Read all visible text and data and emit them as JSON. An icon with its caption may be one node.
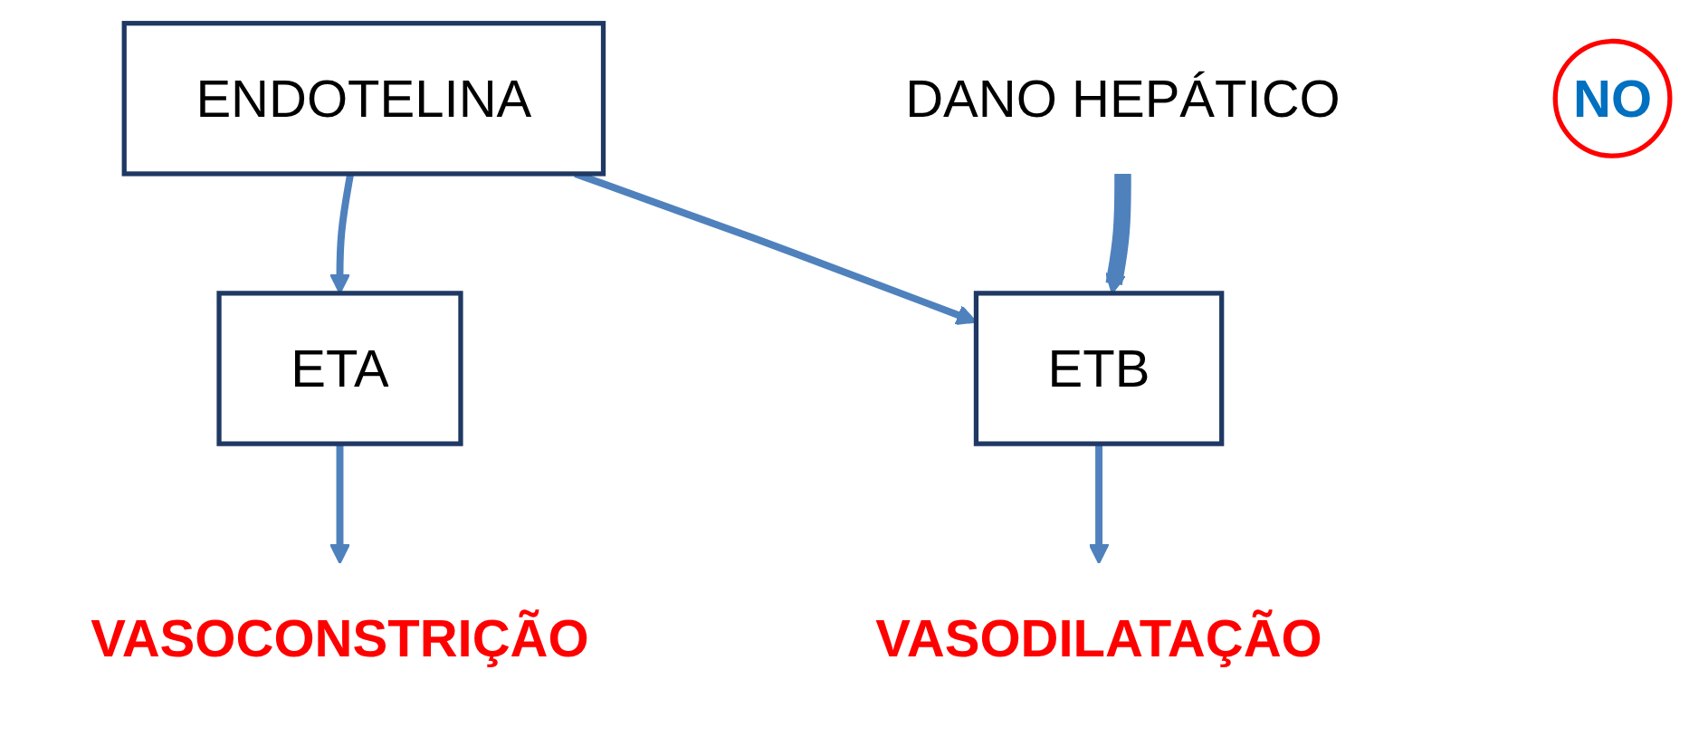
{
  "diagram": {
    "nodes": [
      {
        "text": [
          "ENDOTELINA"
        ]
      },
      {
        "text": [
          "ETA"
        ]
      },
      {
        "text": [
          "ETB"
        ]
      },
      {
        "text": [
          "DANO HEPÁTICO"
        ]
      },
      {
        "text": [
          "VASOCONSTRIÇÃO"
        ]
      },
      {
        "text": [
          "VASODILATAÇÃO"
        ]
      },
      {
        "text": [
          "NO"
        ]
      }
    ],
    "edges": [
      {
        "from": 0,
        "to": 1,
        "arrow": "to"
      },
      {
        "from": 0,
        "to": 2,
        "arrow": "to"
      },
      {
        "from": 3,
        "to": 2,
        "arrow": "to",
        "style": "thick"
      },
      {
        "from": 1,
        "to": 4,
        "arrow": "to"
      },
      {
        "from": 2,
        "to": 5,
        "arrow": "to"
      }
    ]
  }
}
